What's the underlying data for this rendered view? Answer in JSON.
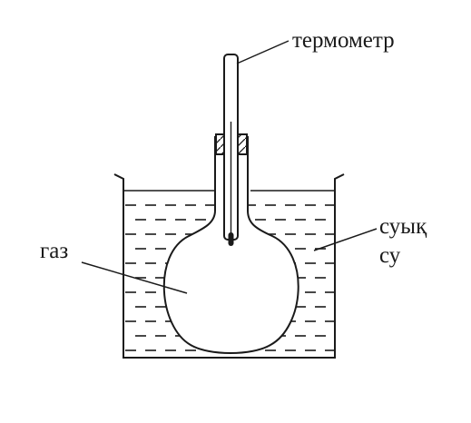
{
  "labels": {
    "thermometer": "термометр",
    "cold_water_line1": "суық",
    "cold_water_line2": "су",
    "gas": "газ"
  },
  "colors": {
    "stroke": "#1a1a1a",
    "background": "#ffffff"
  }
}
